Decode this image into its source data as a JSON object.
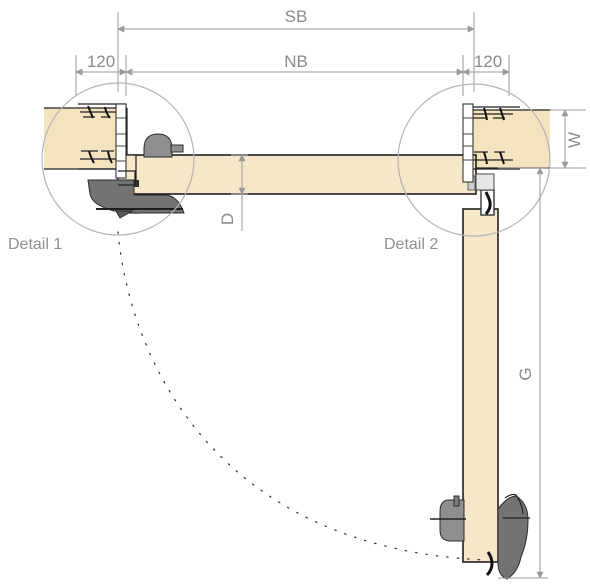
{
  "diagram": {
    "labels": {
      "sb": "SB",
      "nb": "NB",
      "left_120": "120",
      "right_120": "120",
      "w": "W",
      "d": "D",
      "g": "G",
      "detail_1": "Detail 1",
      "detail_2": "Detail 2"
    }
  }
}
